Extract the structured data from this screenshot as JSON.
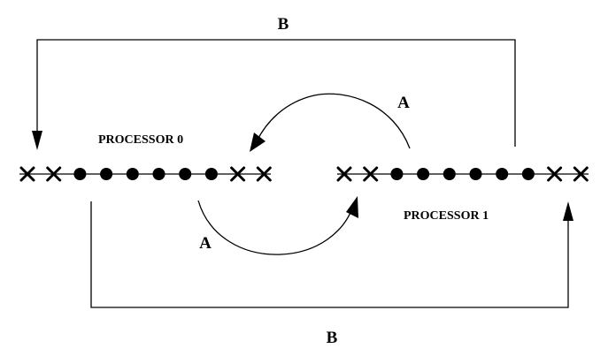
{
  "labels": {
    "processor_0": "PROCESSOR 0",
    "processor_1": "PROCESSOR 1",
    "exchange_a": "A",
    "exchange_b": "B"
  },
  "processors": [
    {
      "name": "processor-0",
      "cells": [
        "ghost",
        "ghost",
        "interior",
        "interior",
        "interior",
        "interior",
        "interior",
        "interior",
        "ghost",
        "ghost"
      ]
    },
    {
      "name": "processor-1",
      "cells": [
        "ghost",
        "ghost",
        "interior",
        "interior",
        "interior",
        "interior",
        "interior",
        "interior",
        "ghost",
        "ghost"
      ]
    }
  ],
  "legend_semantics": {
    "ghost": "cross-icon",
    "interior": "filled-dot-icon"
  },
  "colors": {
    "ink": "#000000",
    "background": "#ffffff"
  }
}
